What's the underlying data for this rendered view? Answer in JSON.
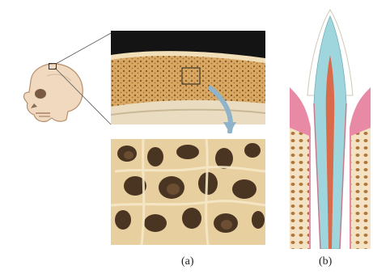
{
  "figure": {
    "panel_a_label": "(a)",
    "panel_b_label": "(b)"
  },
  "icons": {
    "skull": "skull-illustration",
    "tooth": "tooth-cross-section",
    "magnifier_arrow": "zoom-arrow"
  },
  "colors": {
    "background": "#ffffff",
    "bone_light": "#f2e4c8",
    "bone_dark": "#8a6a3c",
    "pulp_cyan": "#9fd6dd",
    "gum_pink": "#e88aa6"
  }
}
